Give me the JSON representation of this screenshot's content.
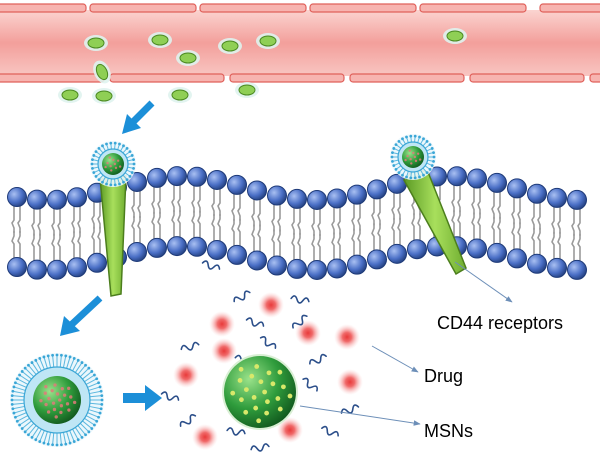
{
  "labels": {
    "receptors": "CD44 receptors",
    "drug": "Drug",
    "msns": "MSNs"
  },
  "colors": {
    "vessel_fill": "#f6b6b3",
    "vessel_edge": "#e0605a",
    "lipid_head": "#3f63b9",
    "receptor": "#8fca45",
    "nanoparticle": "#2e9a3c",
    "drug_glow": "#f05252",
    "arrow": "#1c8fd8"
  }
}
